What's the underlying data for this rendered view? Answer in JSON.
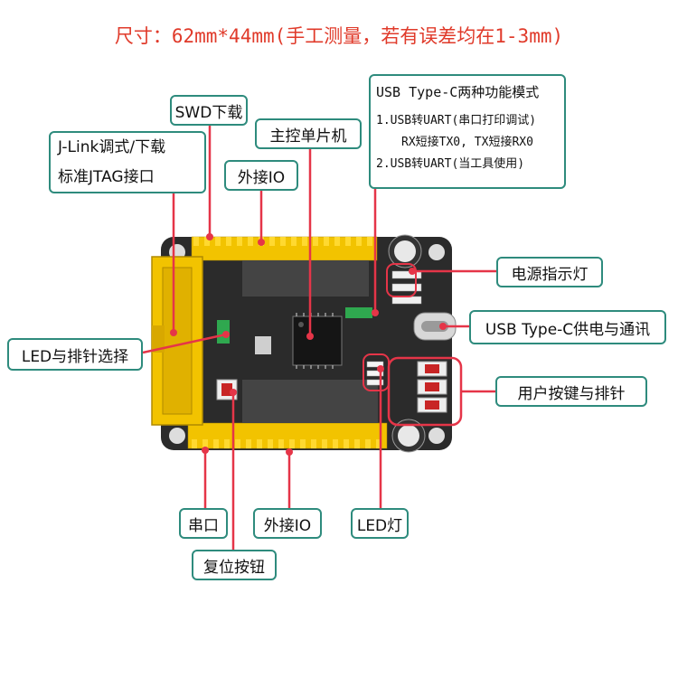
{
  "title": "尺寸：62mm*44mm(手工测量，若有误差均在1-3mm)",
  "labels": {
    "swd": "SWD下载",
    "jlink_line1": "J-Link调式/下载",
    "jlink_line2": "标准JTAG接口",
    "mcu": "主控单片机",
    "ext_io_top": "外接IO",
    "led_select": "LED与排针选择",
    "power_led": "电源指示灯",
    "usb_power": "USB Type-C供电与通讯",
    "user_key": "用户按键与排针",
    "uart": "串口",
    "ext_io_bottom": "外接IO",
    "led": "LED灯",
    "reset": "复位按钮"
  },
  "usb_box": {
    "heading": "USB Type-C两种功能模式",
    "line1": "1.USB转UART(串口打印调试)",
    "line2": "RX短接TX0, TX短接RX0",
    "line3": "2.USB转UART(当工具使用)"
  },
  "colors": {
    "pcb": "#2b2b2b",
    "header_pins": "#f2c300",
    "leader_line": "#e53548",
    "label_border": "#2e8b7d",
    "title": "#e03a2a"
  }
}
